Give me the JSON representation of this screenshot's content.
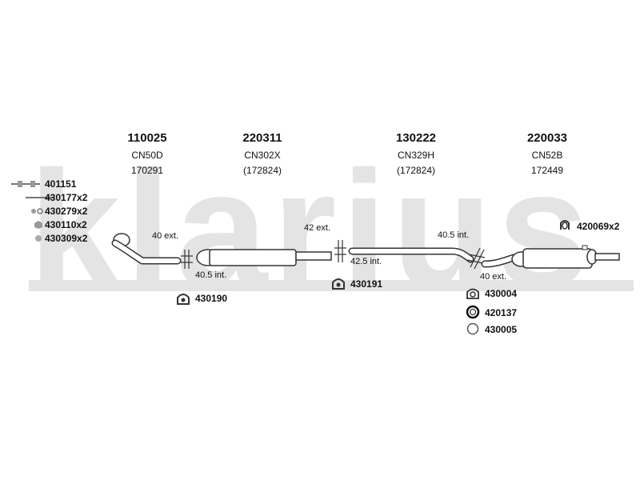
{
  "watermark": "klarius",
  "components": [
    {
      "part_no": "110025",
      "code": "CN50D",
      "ref": "170291"
    },
    {
      "part_no": "220311",
      "code": "CN302X",
      "ref": "(172824)"
    },
    {
      "part_no": "130222",
      "code": "CN329H",
      "ref": "(172824)"
    },
    {
      "part_no": "220033",
      "code": "CN52B",
      "ref": "172449"
    }
  ],
  "fittings": [
    {
      "label": "401151",
      "icon": "bolt-icon"
    },
    {
      "label": "430177x2",
      "icon": "gasket-strip-icon"
    },
    {
      "label": "430279x2",
      "icon": "nut-washer-icon"
    },
    {
      "label": "430110x2",
      "icon": "nut-icon"
    },
    {
      "label": "430309x2",
      "icon": "washer-icon"
    }
  ],
  "dimensions": {
    "d1": "40 ext.",
    "d2": "40.5 int.",
    "d3": "42 ext.",
    "d4": "42.5 int.",
    "d5": "40.5 int.",
    "d6": "40 ext."
  },
  "hardware": {
    "h1": "430190",
    "h2": "430191",
    "h3": "420069x2",
    "h4": "430004",
    "h5": "420137",
    "h6": "430005"
  }
}
